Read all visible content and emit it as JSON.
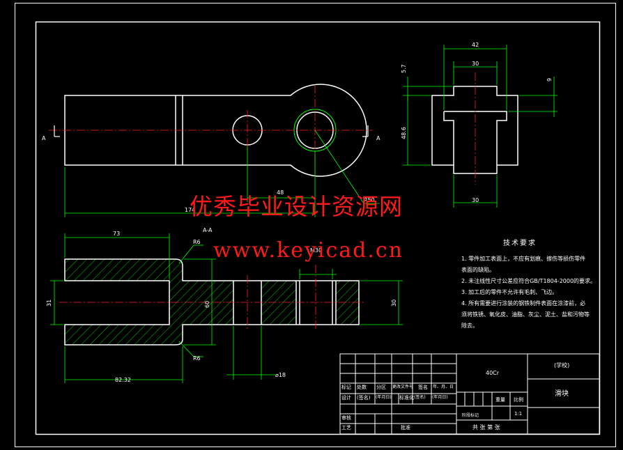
{
  "watermark": {
    "line1": "优秀毕业设计资源网",
    "line2": "www.keyicad.cn"
  },
  "dims": {
    "top_view": {
      "d174": "174",
      "d48": "48",
      "r50": "R50",
      "sec_a_left": "A",
      "sec_a_right": "A"
    },
    "side_view": {
      "d42": "42",
      "d30_top": "30",
      "d30_bottom": "30",
      "d5_7": "5.7",
      "d9": "9",
      "d48_6": "48.6"
    },
    "section_view": {
      "label": "A-A",
      "d73": "73",
      "r6_top": "R6",
      "r6_bottom": "R6",
      "m30": "M30",
      "d31": "31",
      "d60": "60",
      "d30": "30",
      "d18": "⌀18",
      "d82_32": "82.32"
    }
  },
  "tech_req": {
    "title": "技术要求",
    "items": [
      "1. 零件加工表面上，不应有划痕、擦伤等损伤零件",
      "表面的缺陷。",
      "2. 未注线性尺寸公差应符合GB/T1804-2000的要求。",
      "3. 加工后的零件不允许有毛刺、飞边。",
      "4. 所有需要进行涂装的钢铁制件表面在涂漆前，必",
      "须将铁锈、氧化皮、油脂、灰尘、泥土、盐和污物等",
      "除去。"
    ]
  },
  "title_block": {
    "material": "40Cr",
    "school": "(学校)",
    "part_name": "滑块",
    "row_labels_1": [
      "标记",
      "处数",
      "分区",
      "更改文件号",
      "签名",
      "年、月、日"
    ],
    "row_labels_2": [
      "设计",
      "(签名)",
      "(年月日)",
      "标准化",
      "(签名)",
      "(年月日)"
    ],
    "row_labels_3": [
      "审核"
    ],
    "row_labels_4": [
      "工艺",
      "批准"
    ],
    "stage_label": "阶段标记",
    "weight_label": "重量",
    "scale_label": "比例",
    "scale_value": "1:1",
    "sheet_text": "共  张  第  张"
  }
}
